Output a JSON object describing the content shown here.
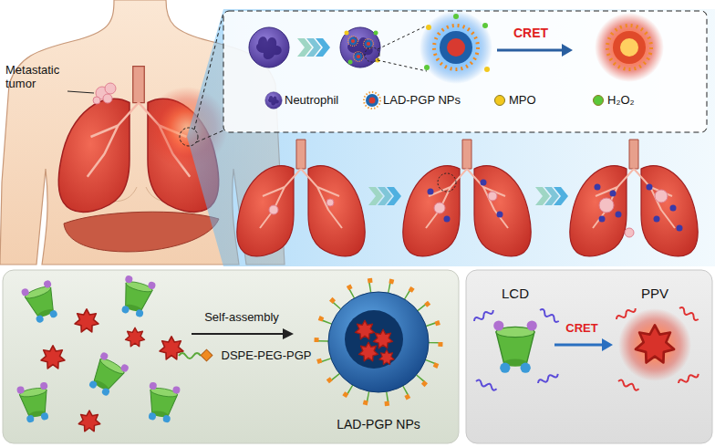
{
  "diagram": {
    "nodes": [
      {
        "text": [
          "Self-assembly",
          "DSPE-PEG-PGP",
          "LAD-PGP NPs"
        ]
      },
      {
        "text": [
          "LCD",
          "CRET",
          "PPV"
        ]
      }
    ],
    "labels": [
      "Metastatic tumor",
      "CRET"
    ],
    "legend": [
      {
        "text": "Neutrophil"
      },
      {
        "text": "LAD-PGP NPs"
      },
      {
        "text": "MPO",
        "color": "#f2c81e"
      },
      {
        "text": "H₂O₂",
        "color": "#5cc83a"
      }
    ]
  }
}
